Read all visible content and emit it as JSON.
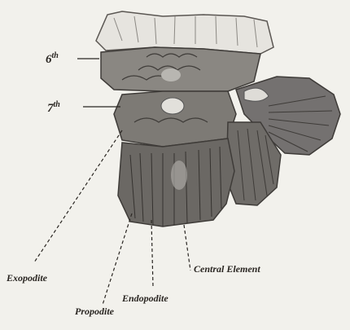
{
  "labels": {
    "segment_6": "6",
    "segment_6_sup": "th",
    "segment_7": "7",
    "segment_7_sup": "th",
    "exopodite": "Exopodite",
    "propodite": "Propodite",
    "endopodite": "Endopodite",
    "central_element": "Central Element"
  },
  "colors": {
    "background": "#f2f1ec",
    "ink": "#2a2622",
    "body_fill": "#8a8782",
    "body_dark": "#4a4744",
    "highlight": "#d9d7d2"
  }
}
